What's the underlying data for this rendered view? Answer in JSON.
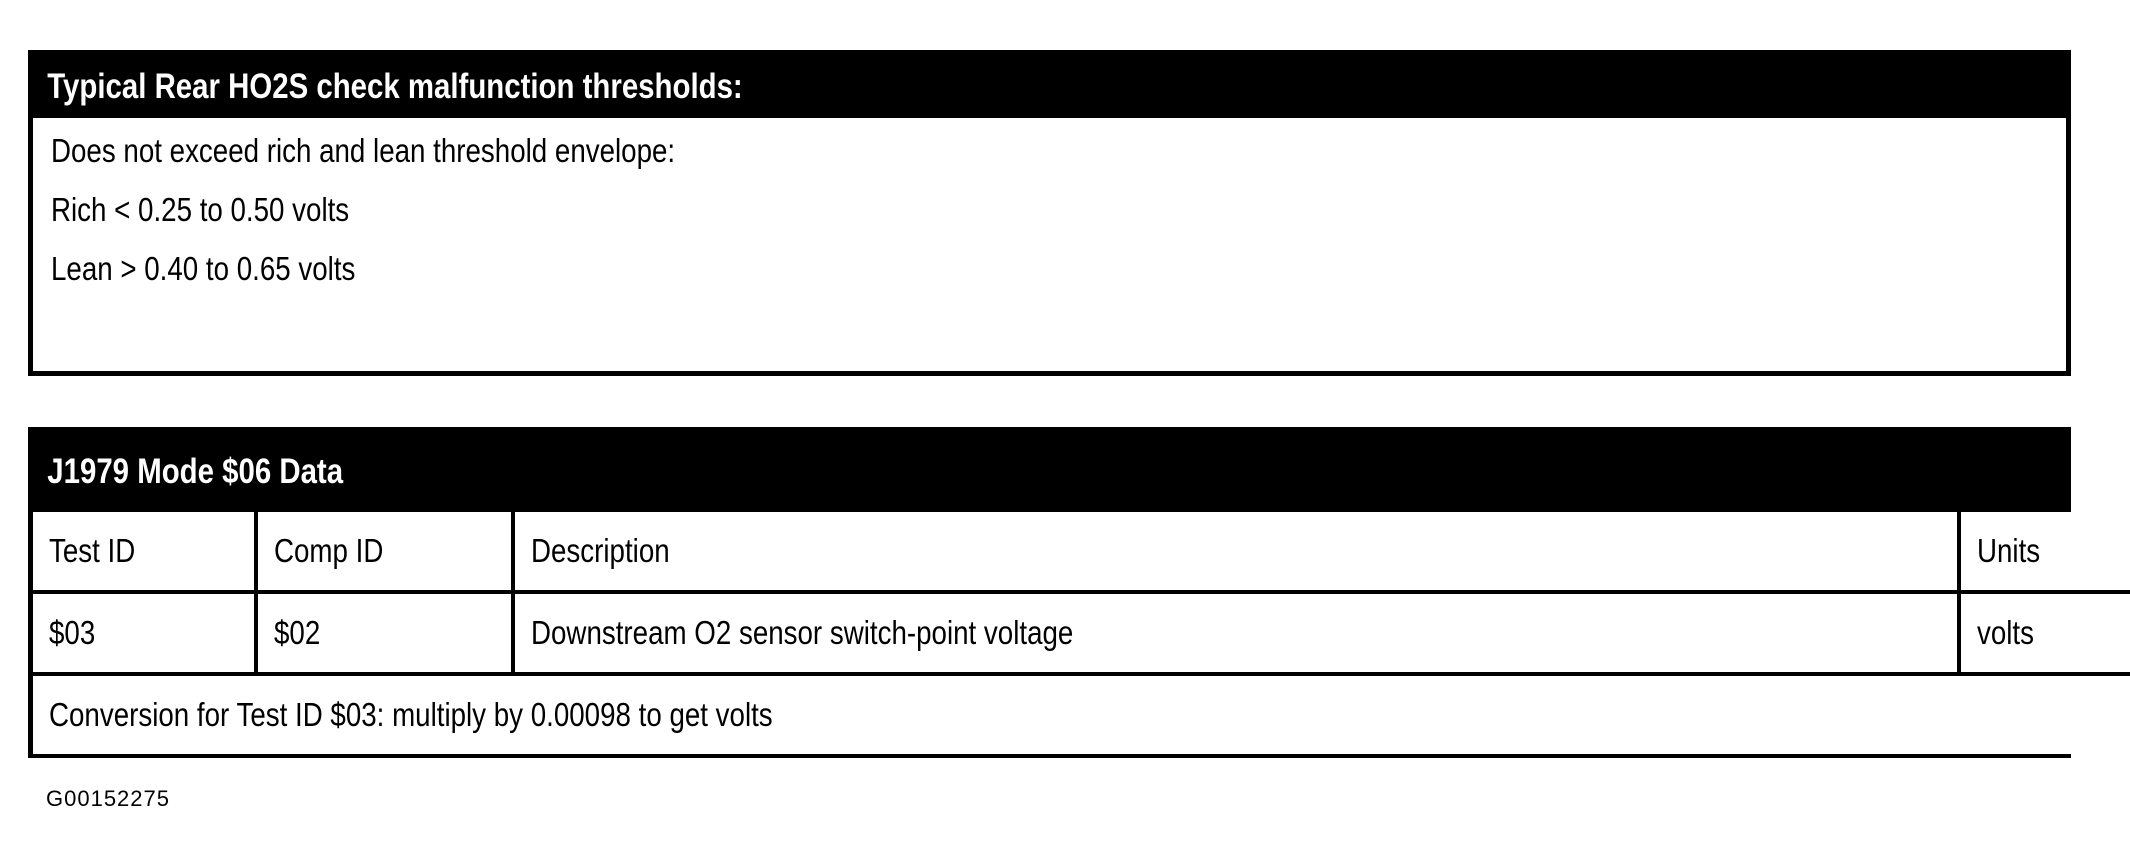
{
  "threshold_panel": {
    "title": "Typical Rear HO2S check malfunction thresholds:",
    "lines": [
      "Does not exceed rich and lean threshold envelope:",
      "Rich < 0.25 to 0.50 volts",
      "Lean > 0.40 to 0.65 volts"
    ]
  },
  "j1979_panel": {
    "title": "J1979 Mode $06 Data",
    "columns": [
      "Test ID",
      "Comp ID",
      "Description",
      "Units"
    ],
    "rows": [
      {
        "test_id": "$03",
        "comp_id": "$02",
        "description": "Downstream O2 sensor switch-point voltage",
        "units": "volts"
      }
    ],
    "footer": "Conversion for Test ID $03: multiply by 0.00098 to get volts"
  },
  "caption": "G00152275",
  "colors": {
    "header_background": "#000000",
    "header_text": "#ffffff",
    "body_background": "#ffffff",
    "body_text": "#000000",
    "border": "#000000"
  }
}
